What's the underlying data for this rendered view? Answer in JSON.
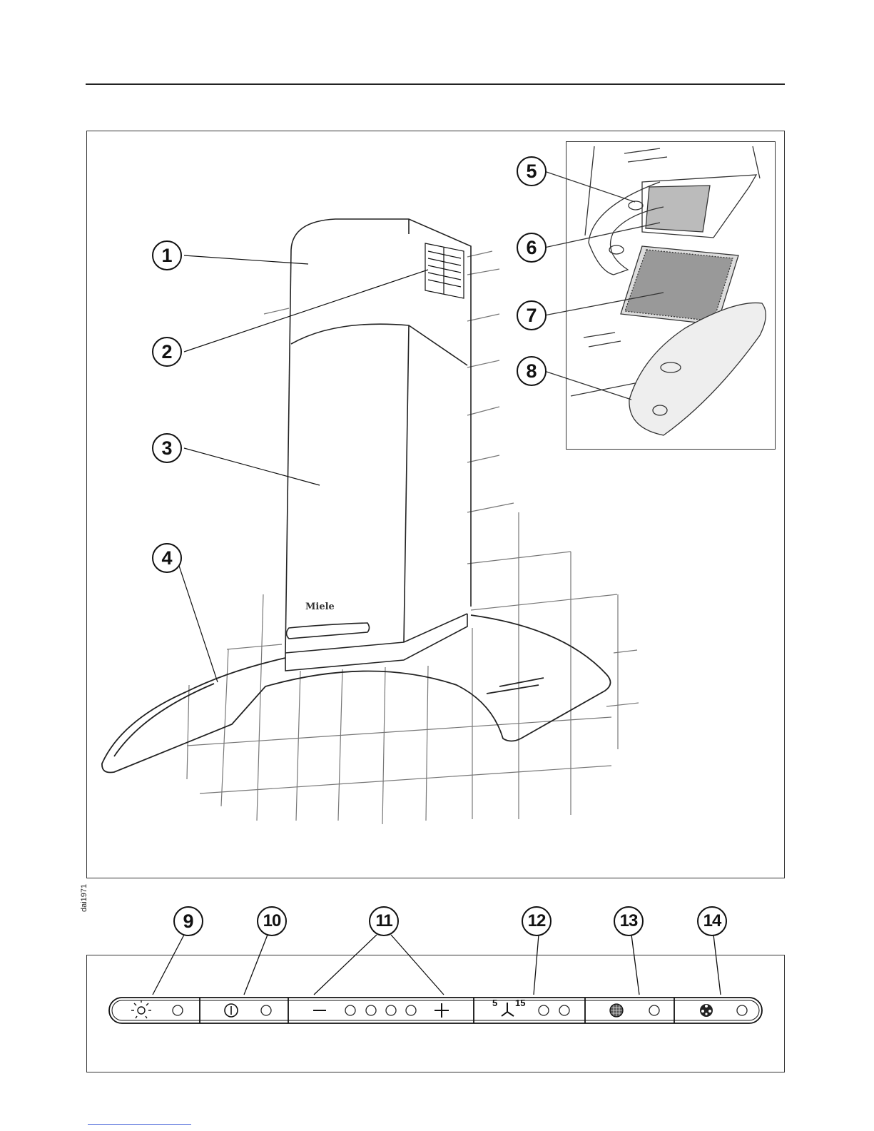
{
  "document": {
    "reference_code": "dai1971",
    "brand_logo_text": "Miele"
  },
  "callouts": [
    "1",
    "2",
    "3",
    "4",
    "5",
    "6",
    "7",
    "8",
    "9",
    "10",
    "11",
    "12",
    "13",
    "14"
  ],
  "control_panel": {
    "fan_speed_label_left": "5",
    "fan_speed_label_right": "15",
    "icons": [
      "light-icon",
      "power-icon",
      "minus-icon",
      "plus-icon",
      "fan-runon-icon",
      "grease-filter-icon",
      "charcoal-filter-icon"
    ],
    "indicator_counts": {
      "light": 1,
      "power": 1,
      "power_levels": 4,
      "run_on": 2,
      "grease_filter": 1,
      "charcoal_filter": 1
    }
  }
}
